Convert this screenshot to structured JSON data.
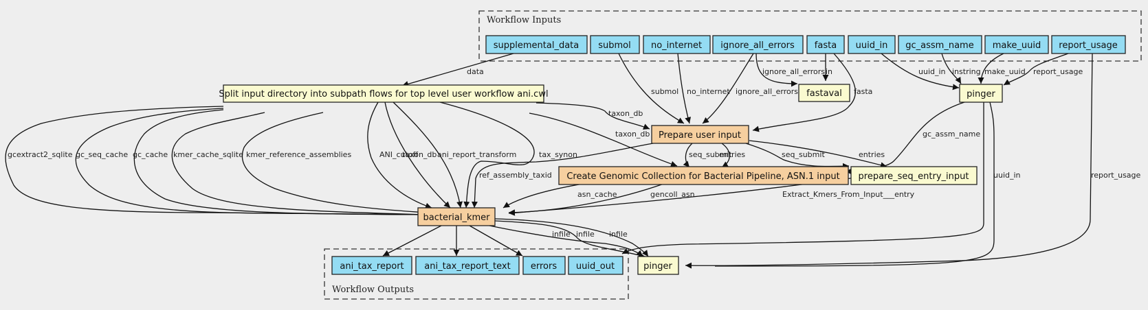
{
  "diagram": {
    "type": "workflow-graph",
    "colors": {
      "background": "#eeeeee",
      "io_node": "#94dcf3",
      "subworkflow_node": "#f6cf9f",
      "tool_node": "#fafad0"
    },
    "clusters": {
      "inputs": {
        "label": "Workflow Inputs"
      },
      "outputs": {
        "label": "Workflow Outputs"
      }
    },
    "inputs": [
      "supplemental_data",
      "submol",
      "no_internet",
      "ignore_all_errors",
      "fasta",
      "uuid_in",
      "gc_assm_name",
      "make_uuid",
      "report_usage"
    ],
    "outputs": [
      "ani_tax_report",
      "ani_tax_report_text",
      "errors",
      "uuid_out"
    ],
    "steps": {
      "split": "Split input directory into subpath flows for top level user workflow ani.cwl",
      "fastaval": "fastaval",
      "pinger_top": "pinger",
      "prepare": "Prepare user input",
      "gencoll": "Create Genomic Collection for Bacterial Pipeline, ASN.1 input",
      "prep_seq": "prepare_seq_entry_input",
      "kmer": "bacterial_kmer",
      "pinger_bottom": "pinger"
    },
    "edge_labels": {
      "data": "data",
      "submol": "submol",
      "no_internet": "no_internet",
      "ignore_prepare": "ignore_all_errors",
      "ignore_fastaval": "ignore_all_errors",
      "in": "in",
      "fasta": "fasta",
      "uuid_in": "uuid_in",
      "instring": "instring",
      "make_uuid": "make_uuid",
      "report_usage": "report_usage",
      "taxon_db_prepare": "taxon_db",
      "taxon_db_gencoll": "taxon_db",
      "gc_assm_name": "gc_assm_name",
      "gcextract2_sqlite": "gcextract2_sqlite",
      "gc_seq_cache": "gc_seq_cache",
      "gc_cache": "gc_cache",
      "kmer_cache_sqlite": "kmer_cache_sqlite",
      "kmer_reference_assemblies": "kmer_reference_assemblies",
      "ANI_cutoff": "ANI_cutoff",
      "taxon_db_kmer": "taxon_db",
      "ani_report_transform": "ani_report_transform",
      "tax_synon": "tax_synon",
      "ref_assembly_taxid": "ref_assembly_taxid",
      "seq_submit_gencoll": "seq_submit",
      "entries_gencoll": "entries",
      "seq_submit_prep": "seq_submit",
      "entries_prep": "entries",
      "asn_cache": "asn_cache",
      "gencoll_asn": "gencoll_asn",
      "extract_entry": "Extract_Kmers_From_Input___entry",
      "infile1": "infile",
      "infile2": "infile",
      "infile3": "infile",
      "uuid_in_bottom": "uuid_in",
      "report_usage_bottom": "report_usage"
    }
  }
}
